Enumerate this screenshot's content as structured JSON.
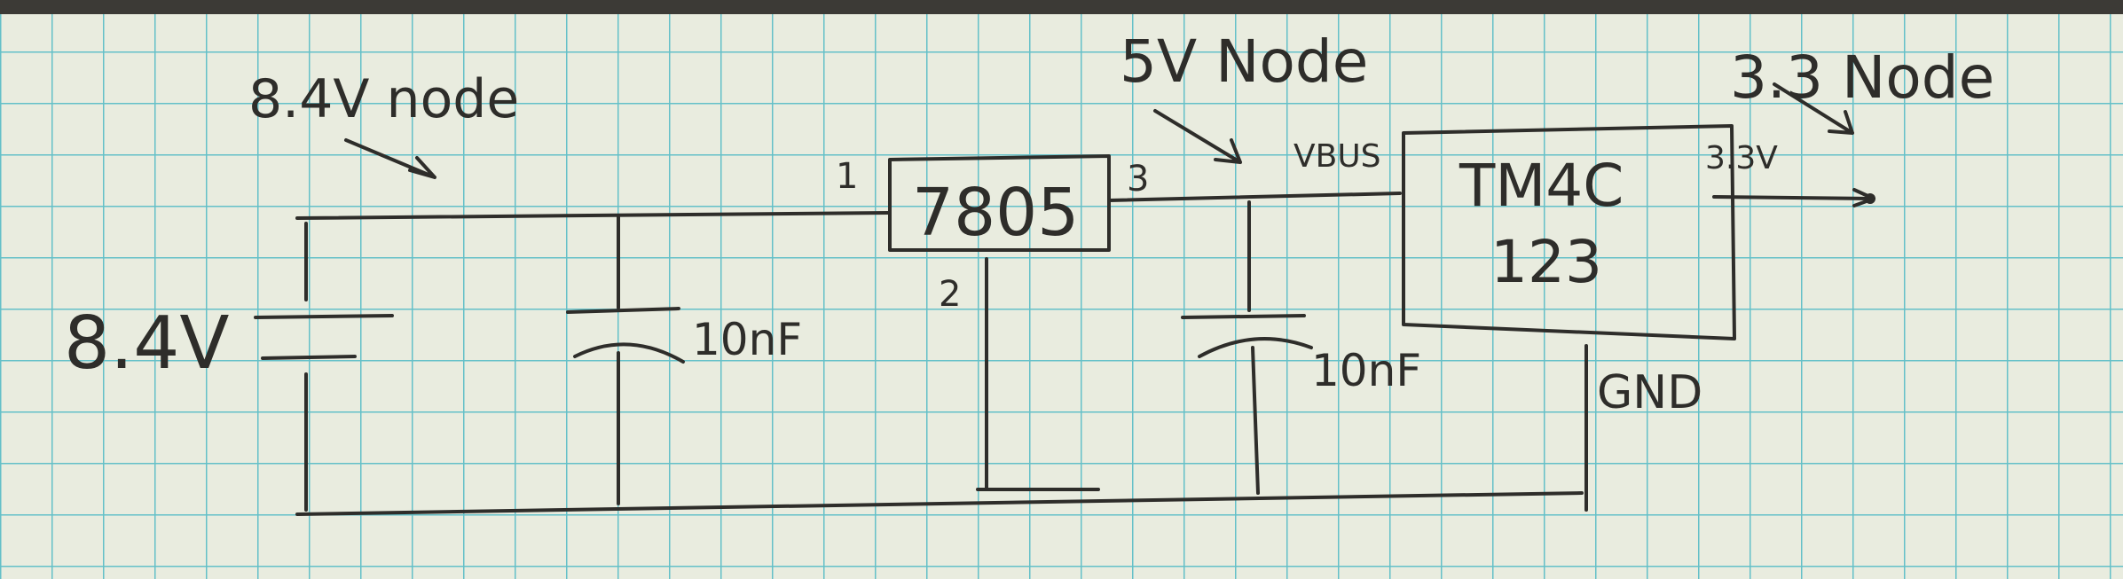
{
  "labels": {
    "node_8v4": "8.4V node",
    "node_5v": "5V Node",
    "node_3v3": "3.3 Node",
    "battery": "8.4V",
    "cap1": "10nF",
    "cap2": "10nF",
    "regulator": "7805",
    "pin1": "1",
    "pin2": "2",
    "pin3": "3",
    "vbus": "VBUS",
    "mcu_line1": "TM4C",
    "mcu_line2": "123",
    "out_3v3": "3.3V",
    "gnd": "GND"
  },
  "colors": {
    "paper": "#e9ecdf",
    "grid": "#4db8c4",
    "ink": "#2e2d2a"
  }
}
